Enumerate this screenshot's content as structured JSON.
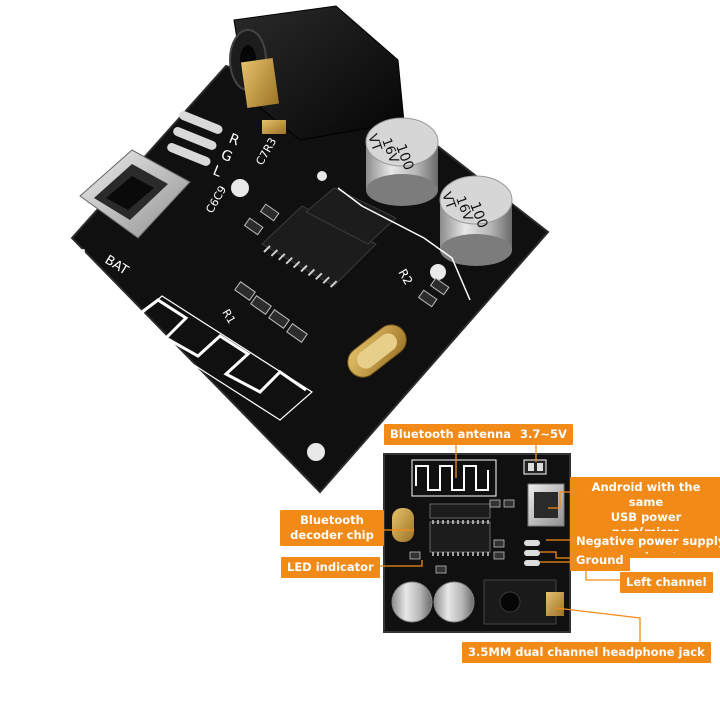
{
  "board": {
    "silkscreen": {
      "bat": "BAT",
      "plus": "+",
      "minus": "-",
      "r_label": "R",
      "g_label": "G",
      "l_label": "L",
      "c7r3": "C7R3",
      "c6c9": "C6C9",
      "r2": "R2",
      "r1": "R1"
    },
    "capacitor_text": {
      "value": "100",
      "voltage": "16V",
      "brand": "VT"
    }
  },
  "callouts": {
    "bluetooth_antenna": "Bluetooth antenna",
    "voltage": "3.7~5V",
    "usb_power_line1": "Android with the same",
    "usb_power_line2": "USB power port(micro",
    "usb_power_line3": "USB port)",
    "bluetooth_decoder_line1": "Bluetooth",
    "bluetooth_decoder_line2": "decoder chip",
    "led_indicator": "LED indicator",
    "negative_power_supply": "Negative power supply",
    "ground": "Ground",
    "left_channel": "Left channel",
    "headphone_jack": "3.5MM dual channel headphone jack"
  },
  "colors": {
    "pcb": "#0f0f0f",
    "silk": "#ffffff",
    "callout": "#f28a18",
    "leader_line": "#f28a18",
    "gold": "#c99a3a"
  }
}
